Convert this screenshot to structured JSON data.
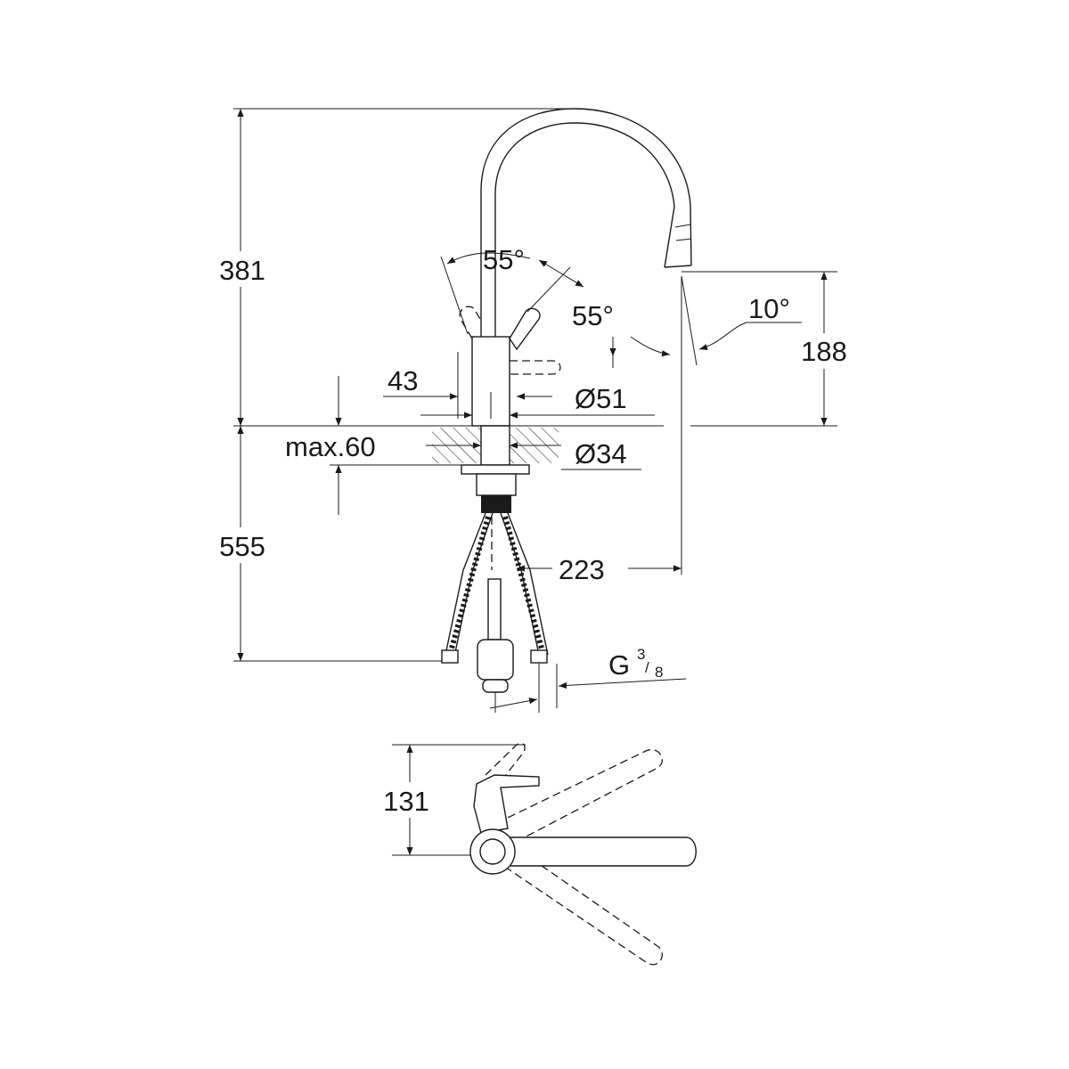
{
  "drawing": {
    "dimensions": {
      "total_height": "381",
      "below_deck": "555",
      "lever_angle_front": "55°",
      "lever_angle_side": "55°",
      "spray_angle": "10°",
      "spout_height": "188",
      "body_offset": "43",
      "base_diameter": "Ø51",
      "max_deck_thickness": "max.60",
      "hole_diameter": "Ø34",
      "spout_reach": "223",
      "connection_thread_prefix": "G",
      "connection_thread_num": "3",
      "connection_thread_den": "8",
      "top_view_depth": "131"
    }
  }
}
